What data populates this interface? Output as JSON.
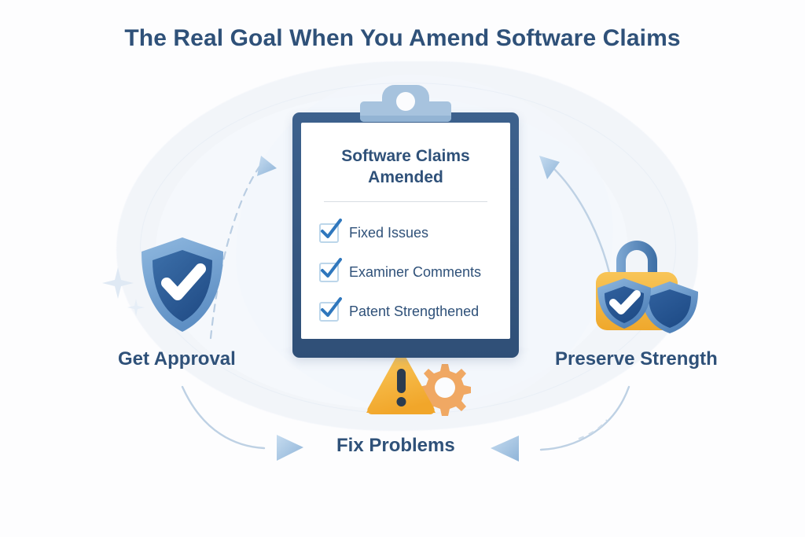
{
  "page": {
    "title": "The Real Goal When You Amend Software Claims",
    "background_color": "#fdfdfe",
    "accent_color": "#2f5179",
    "arrow_color": "#a9c6e2",
    "warning_color": "#f6b93b",
    "lock_color": "#f5b940"
  },
  "clipboard": {
    "heading_line1": "Software Claims",
    "heading_line2": "Amended",
    "items": [
      {
        "label": "Fixed Issues",
        "checked": true
      },
      {
        "label": "Examiner Comments",
        "checked": true
      },
      {
        "label": "Patent Strengthened",
        "checked": true
      }
    ]
  },
  "nodes": {
    "left": {
      "label": "Get Approval",
      "icon": "shield-check-icon"
    },
    "right": {
      "label": "Preserve Strength",
      "icon": "lock-shield-icon"
    },
    "bottom": {
      "label": "Fix Problems",
      "icon": "warning-gear-icon"
    }
  },
  "arrows": [
    {
      "name": "arrow-approval-to-clipboard",
      "direction": "right",
      "style": "dashed-curve"
    },
    {
      "name": "arrow-clipboard-to-strength",
      "direction": "up-left",
      "style": "solid-curve"
    },
    {
      "name": "arrow-left-to-fix-problems",
      "direction": "right",
      "style": "solid-curve"
    },
    {
      "name": "arrow-right-to-fix-problems",
      "direction": "left",
      "style": "solid-curve"
    }
  ]
}
